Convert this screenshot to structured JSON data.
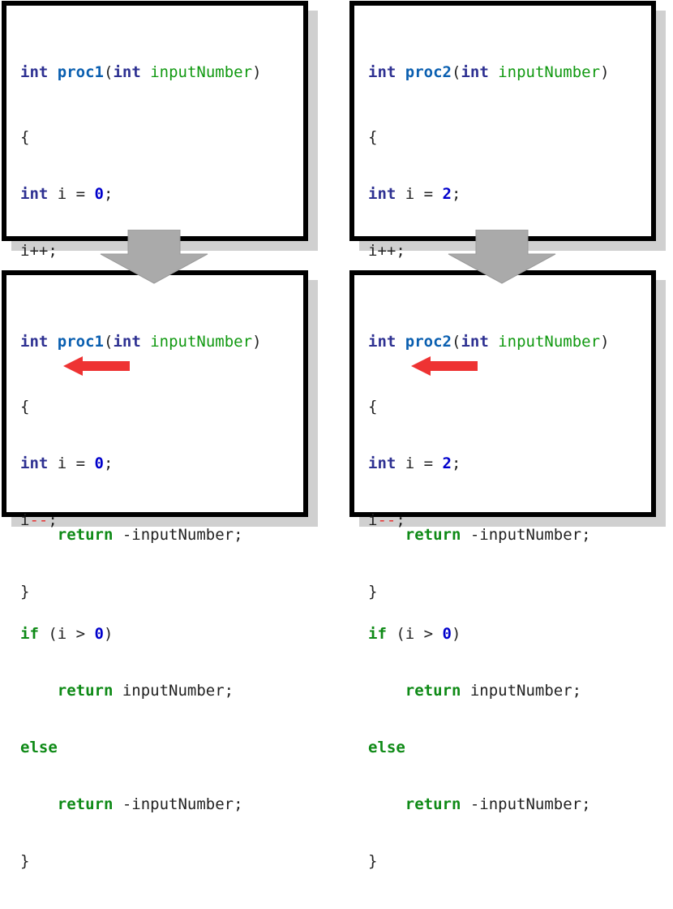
{
  "colors": {
    "type_keyword": "#2e3192",
    "function_name": "#0a5fb0",
    "parameter": "#119911",
    "control_keyword": "#0e8a16",
    "number": "#0000cc",
    "mutation": "#e83030",
    "arrow_down": "#aaaaaa",
    "arrow_red": "#ee3333"
  },
  "tokens": {
    "int": "int",
    "if": "if",
    "else": "else",
    "return": "return",
    "open_brace": "{",
    "close_brace": "}",
    "paren_open": "(",
    "paren_close": ")",
    "i_assign": " i = ",
    "semicolon": ";",
    "cond_open": " (i > ",
    "cond_close": ")",
    "return_indent": "    ",
    "return_pos": " inputNumber;",
    "return_neg": " -inputNumber;",
    "param_name": "inputNumber",
    "var_i": "i",
    "increment": "i++;",
    "decrement_op": "--"
  },
  "panels": [
    {
      "function": "proc1",
      "init_value": "0",
      "cond_value": "0"
    },
    {
      "function": "proc2",
      "init_value": "2",
      "cond_value": "0"
    },
    {
      "function": "proc1",
      "init_value": "0",
      "cond_value": "0"
    },
    {
      "function": "proc2",
      "init_value": "2",
      "cond_value": "0"
    }
  ],
  "icons": [
    "arrow-down-icon",
    "arrow-left-icon"
  ]
}
